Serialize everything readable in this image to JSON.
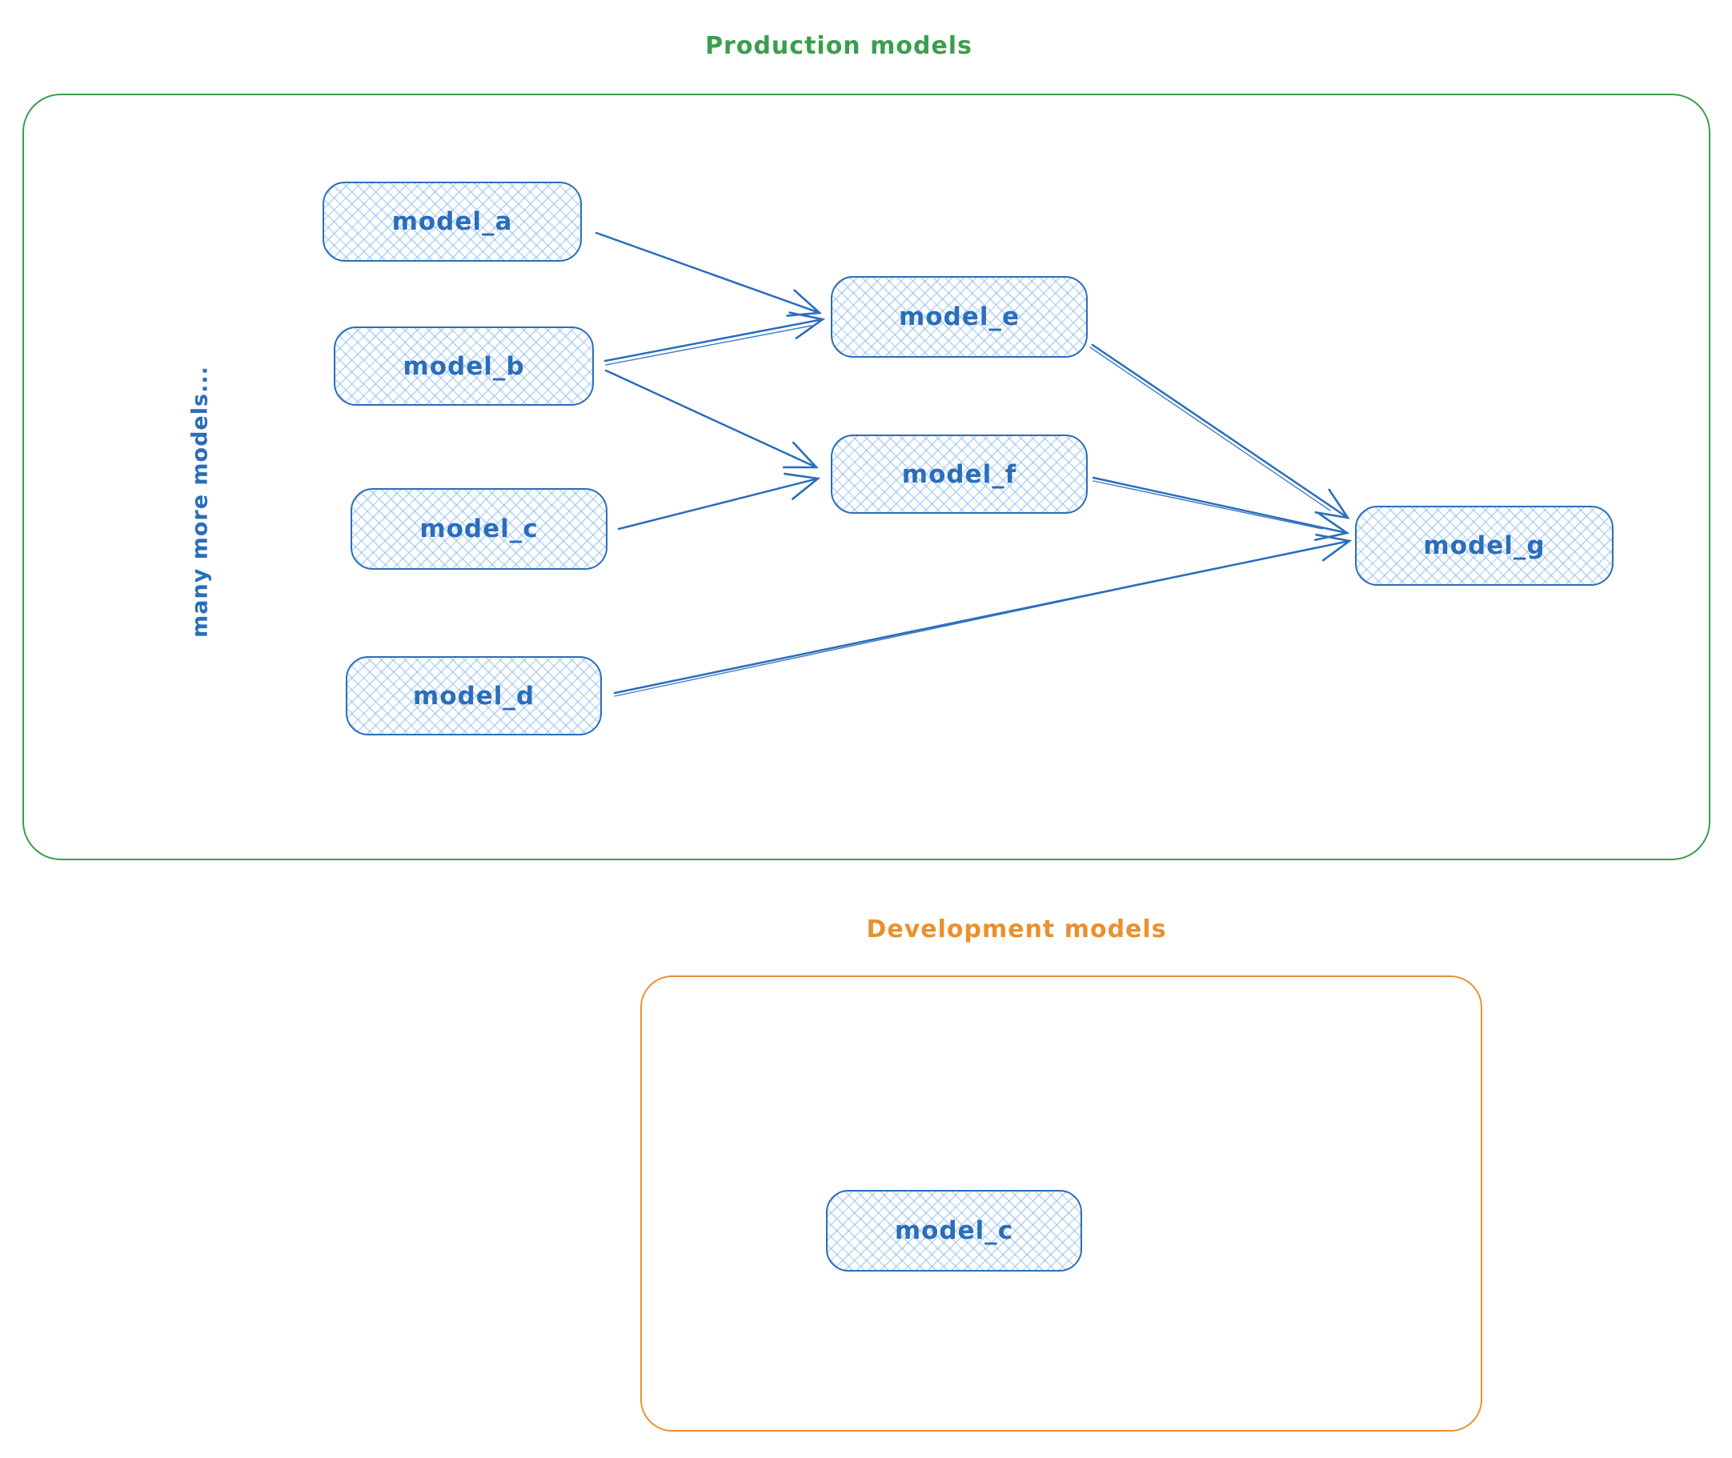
{
  "diagram": {
    "production": {
      "title": "Production models",
      "side_label": "many more models...",
      "nodes": [
        {
          "id": "model_a",
          "label": "model_a"
        },
        {
          "id": "model_b",
          "label": "model_b"
        },
        {
          "id": "model_c",
          "label": "model_c"
        },
        {
          "id": "model_d",
          "label": "model_d"
        },
        {
          "id": "model_e",
          "label": "model_e"
        },
        {
          "id": "model_f",
          "label": "model_f"
        },
        {
          "id": "model_g",
          "label": "model_g"
        }
      ],
      "edges": [
        {
          "from": "model_a",
          "to": "model_e"
        },
        {
          "from": "model_b",
          "to": "model_e"
        },
        {
          "from": "model_b",
          "to": "model_f"
        },
        {
          "from": "model_c",
          "to": "model_f"
        },
        {
          "from": "model_e",
          "to": "model_g"
        },
        {
          "from": "model_f",
          "to": "model_g"
        },
        {
          "from": "model_d",
          "to": "model_g"
        }
      ]
    },
    "development": {
      "title": "Development models",
      "nodes": [
        {
          "id": "model_c_dev",
          "label": "model_c"
        }
      ]
    },
    "colors": {
      "node_stroke": "#2a6ebb",
      "node_fill_hatch": "#aecff2",
      "arrow": "#2a6ebb",
      "production_accent": "#3c9e4d",
      "development_accent": "#e8912d"
    }
  }
}
